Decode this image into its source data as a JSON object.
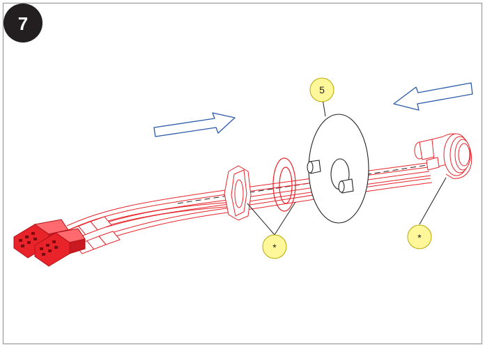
{
  "step": {
    "number": "7"
  },
  "callouts": [
    {
      "id": "faceplate",
      "label": "5"
    },
    {
      "id": "nut-and-washer",
      "label": "*"
    },
    {
      "id": "socket",
      "label": "*"
    }
  ],
  "colors": {
    "frame": "#9a9a9a",
    "step_badge": "#231f20",
    "part_outline": "#e8232a",
    "callout_fill": "#fff799",
    "callout_stroke": "#b5a800",
    "arrow_stroke": "#2b5aa8",
    "plate_stroke": "#231f20"
  },
  "icons": {
    "left_arrow": "arrow-right-outline-icon",
    "right_arrow": "arrow-left-outline-icon"
  }
}
